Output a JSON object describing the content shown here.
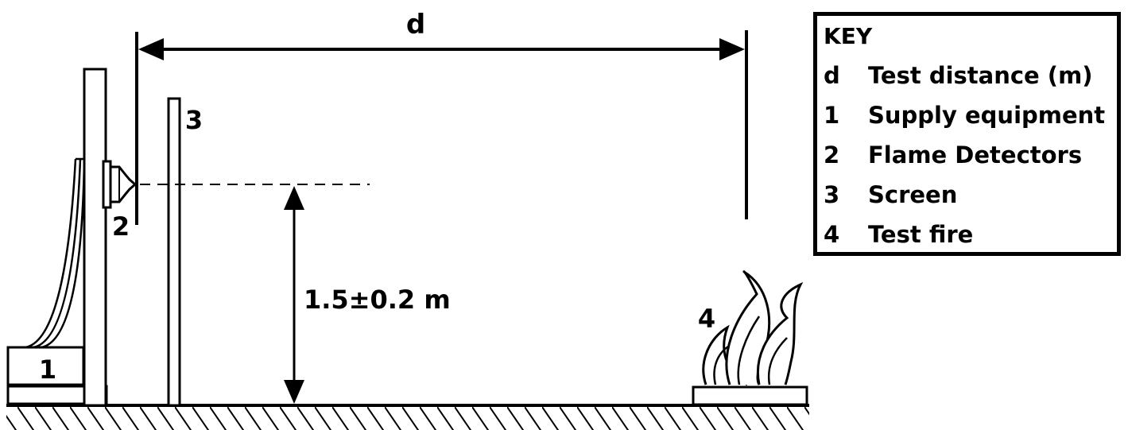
{
  "diagram": {
    "labels": {
      "distance": "d",
      "supply_equipment": "1",
      "flame_detectors": "2",
      "screen": "3",
      "test_fire": "4",
      "height": "1.5±0.2 m"
    }
  },
  "key": {
    "title": "KEY",
    "items": [
      {
        "symbol": "d",
        "description": "Test distance (m)"
      },
      {
        "symbol": "1",
        "description": "Supply equipment"
      },
      {
        "symbol": "2",
        "description": "Flame Detectors"
      },
      {
        "symbol": "3",
        "description": "Screen"
      },
      {
        "symbol": "4",
        "description": "Test fire"
      }
    ]
  },
  "colors": {
    "ink": "#000000",
    "background": "#ffffff"
  }
}
